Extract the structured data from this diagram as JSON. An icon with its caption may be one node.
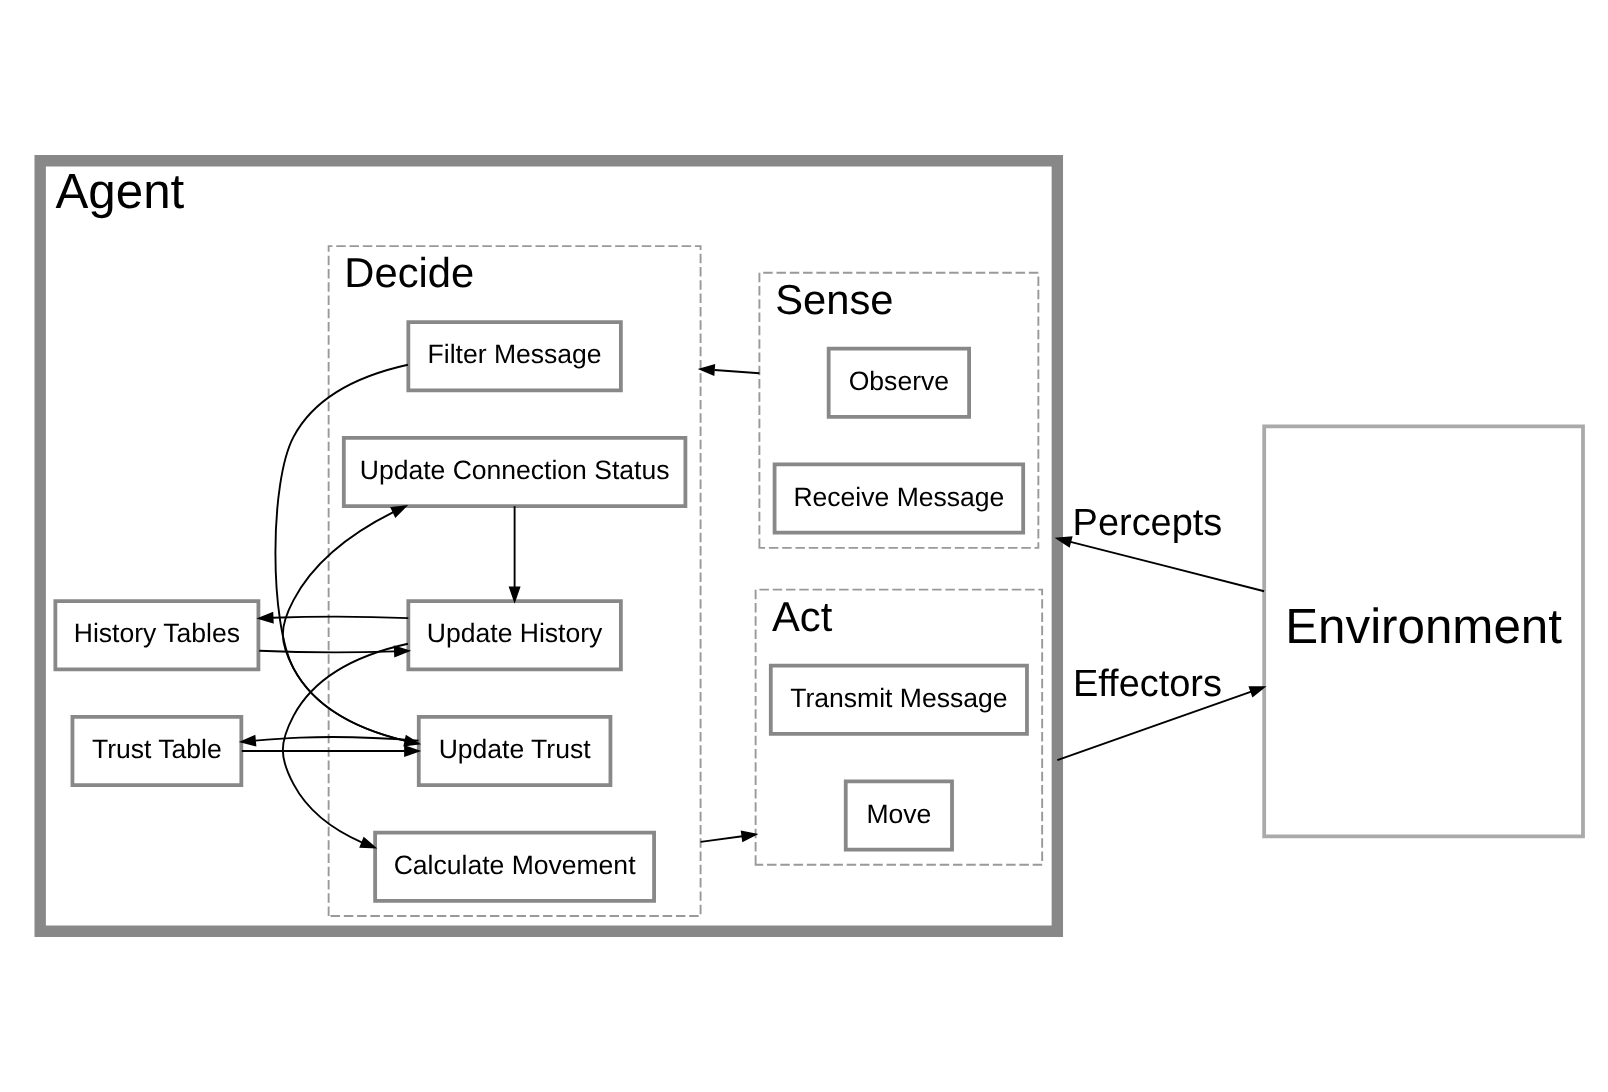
{
  "diagram": {
    "nodes": [
      {
        "text": [
          "Agent"
        ]
      },
      {
        "text": [
          "Decide"
        ],
        "in": 0
      },
      {
        "text": [
          "Filter Message"
        ],
        "in": 1
      },
      {
        "text": [
          "Update Trust"
        ],
        "in": 1
      },
      {
        "text": [
          "Update Connection Status"
        ],
        "in": 1
      },
      {
        "text": [
          "Update History"
        ],
        "in": 1
      },
      {
        "text": [
          "Calculate Movement"
        ],
        "in": 1
      },
      {
        "text": [
          "Sense"
        ],
        "in": 0
      },
      {
        "text": [
          "Observe"
        ],
        "in": 7
      },
      {
        "text": [
          "Receive Message"
        ],
        "in": 7
      },
      {
        "text": [
          "Act"
        ],
        "in": 0
      },
      {
        "text": [
          "Transmit Message"
        ],
        "in": 10
      },
      {
        "text": [
          "Move"
        ],
        "in": 10
      },
      {
        "text": [
          "Trust Table"
        ],
        "in": 0
      },
      {
        "text": [
          "History Tables"
        ],
        "in": 0
      },
      {
        "text": [
          "Environment"
        ]
      }
    ],
    "edges": [
      {
        "from": 7,
        "to": 1,
        "arrow": "to"
      },
      {
        "from": 2,
        "to": 3,
        "arrow": "to"
      },
      {
        "from": 3,
        "to": 13,
        "arrow": "to"
      },
      {
        "from": 13,
        "to": 3,
        "arrow": "to"
      },
      {
        "from": 3,
        "to": 4,
        "arrow": "to"
      },
      {
        "from": 4,
        "to": 5,
        "arrow": "to"
      },
      {
        "from": 14,
        "to": 5,
        "arrow": "to"
      },
      {
        "from": 5,
        "to": 14,
        "arrow": "to"
      },
      {
        "from": 5,
        "to": 6,
        "arrow": "to"
      },
      {
        "from": 1,
        "to": 10,
        "arrow": "to"
      },
      {
        "from": 15,
        "to": 0,
        "label": "Percepts",
        "arrow": "to"
      },
      {
        "from": 0,
        "to": 15,
        "label": "Effectors",
        "arrow": "to"
      }
    ]
  }
}
